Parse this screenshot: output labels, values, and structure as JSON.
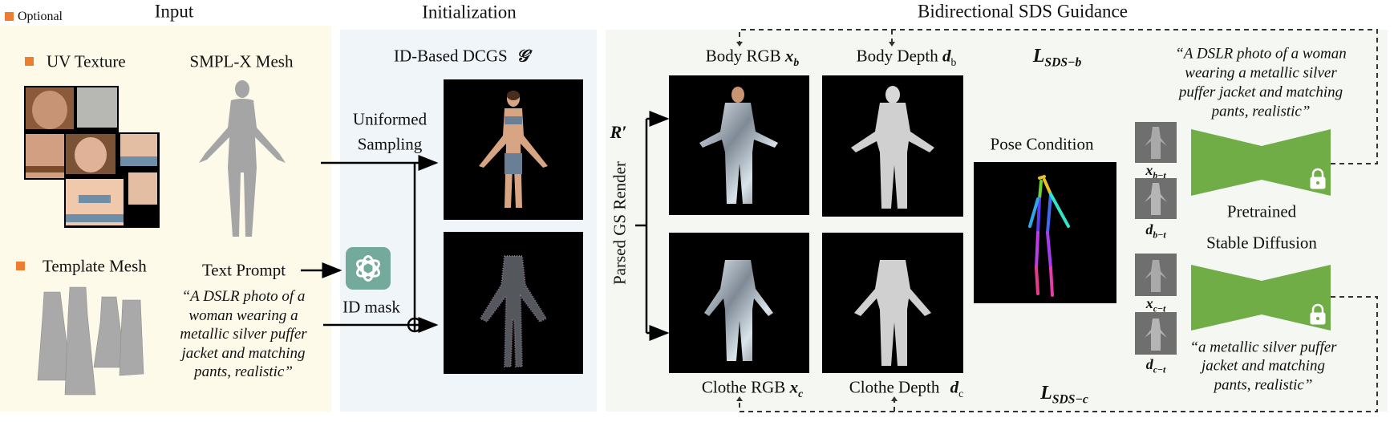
{
  "legend": {
    "optional_label": "Optional",
    "optional_color": "#ed7d31"
  },
  "sections": {
    "input": "Input",
    "initialization": "Initialization",
    "guidance": "Bidirectional SDS Guidance"
  },
  "input": {
    "uv_texture": "UV Texture",
    "smplx_mesh": "SMPL-X Mesh",
    "template_mesh": "Template Mesh",
    "text_prompt": "Text Prompt",
    "prompt_lines": [
      "“A DSLR photo of a",
      "woman wearing a",
      "metallic silver puffer",
      "jacket and matching",
      "pants, realistic”"
    ]
  },
  "init": {
    "uniformed_sampling_lines": [
      "Uniformed",
      "Sampling"
    ],
    "id_mask": "ID mask",
    "dcgs_label": "ID-Based DCGS",
    "dcgs_symbol": "𝒢′",
    "llm_icon": "openai-logo-icon"
  },
  "guidance": {
    "render_symbol": "R′",
    "parsed_render": "Parsed GS Render",
    "body_rgb": {
      "label": "Body RGB",
      "sym": "x",
      "sub": "b"
    },
    "body_depth": {
      "label": "Body Depth",
      "sym": "d",
      "sub": "b"
    },
    "clothe_rgb": {
      "label": "Clothe RGB",
      "sym": "x",
      "sub": "c"
    },
    "clothe_depth": {
      "label": "Clothe Depth",
      "sym": "d",
      "sub": "c"
    },
    "loss_b": {
      "sym": "L",
      "sub": "SDS−b"
    },
    "loss_c": {
      "sym": "L",
      "sub": "SDS−c"
    },
    "pose_condition": "Pose Condition",
    "noisy": [
      {
        "sym": "x",
        "sub": "b−t"
      },
      {
        "sym": "d",
        "sub": "b−t"
      },
      {
        "sym": "x",
        "sub": "c−t"
      },
      {
        "sym": "d",
        "sub": "c−t"
      }
    ],
    "pretrained_lines": [
      "Pretrained",
      "Stable Diffusion"
    ],
    "prompt_body_lines": [
      "“A DSLR photo of a woman",
      "wearing a metallic silver",
      "puffer jacket and matching",
      "pants, realistic”"
    ],
    "prompt_clothe_lines": [
      "“a metallic silver puffer",
      "jacket and matching",
      "pants, realistic”"
    ],
    "unet_color": "#70ad47",
    "lock_icon": "lock-icon"
  }
}
